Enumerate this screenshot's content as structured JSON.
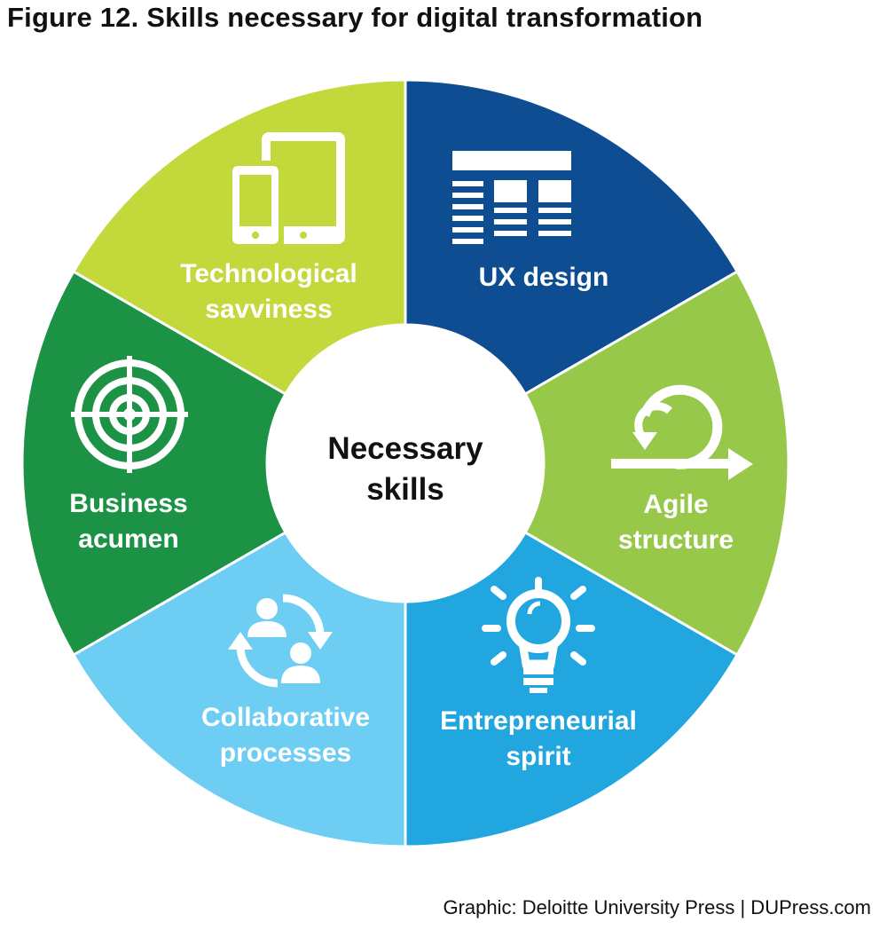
{
  "title": "Figure 12. Skills necessary for digital transformation",
  "center": {
    "lines": [
      "Necessary",
      "skills"
    ],
    "text_color": "#111111"
  },
  "segments": [
    {
      "id": "ux-design",
      "lines": [
        "UX design"
      ],
      "color": "#0e4d92",
      "icon": "layout-icon"
    },
    {
      "id": "agile-structure",
      "lines": [
        "Agile",
        "structure"
      ],
      "color": "#97c84a",
      "icon": "agile-loop-icon"
    },
    {
      "id": "entrepreneurial-spirit",
      "lines": [
        "Entrepreneurial",
        "spirit"
      ],
      "color": "#21a6df",
      "icon": "lightbulb-icon"
    },
    {
      "id": "collaborative-processes",
      "lines": [
        "Collaborative",
        "processes"
      ],
      "color": "#6dcdf2",
      "icon": "collaboration-icon"
    },
    {
      "id": "business-acumen",
      "lines": [
        "Business",
        "acumen"
      ],
      "color": "#1c9245",
      "icon": "target-icon"
    },
    {
      "id": "technological-savviness",
      "lines": [
        "Technological",
        "savviness"
      ],
      "color": "#c2d83b",
      "icon": "devices-icon"
    }
  ],
  "credit": "Graphic: Deloitte University Press  |  DUPress.com"
}
